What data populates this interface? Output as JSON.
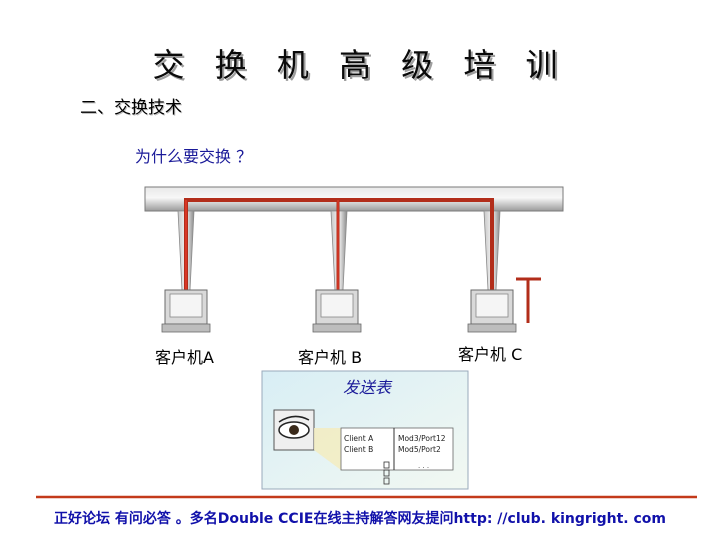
{
  "slide": {
    "title": "交 换 机 高 级 培 训",
    "section": "二、交换技术",
    "question": "为什么要交换 ？"
  },
  "clients": [
    {
      "label": "客户机A"
    },
    {
      "label": "客户机 B"
    },
    {
      "label": "客户机 C"
    }
  ],
  "table": {
    "title": "发送表",
    "rows": [
      {
        "client": "Client A",
        "port": "Mod3/Port12"
      },
      {
        "client": "Client B",
        "port": "Mod5/Port2"
      }
    ],
    "ellipsis": ". . ."
  },
  "footer": {
    "text": "正好论坛 有问必答 。多名Double CCIE在线主持解答网友提问http: //club. kingright. com"
  },
  "colors": {
    "frame_arrow": "#b22d1a",
    "link_red": "#e53a2a",
    "table_title": "#1a1a99",
    "rule": "#c33a1a",
    "footer": "#1111aa"
  },
  "icons": [
    "computer-icon",
    "eye-icon",
    "arrow-icon"
  ]
}
